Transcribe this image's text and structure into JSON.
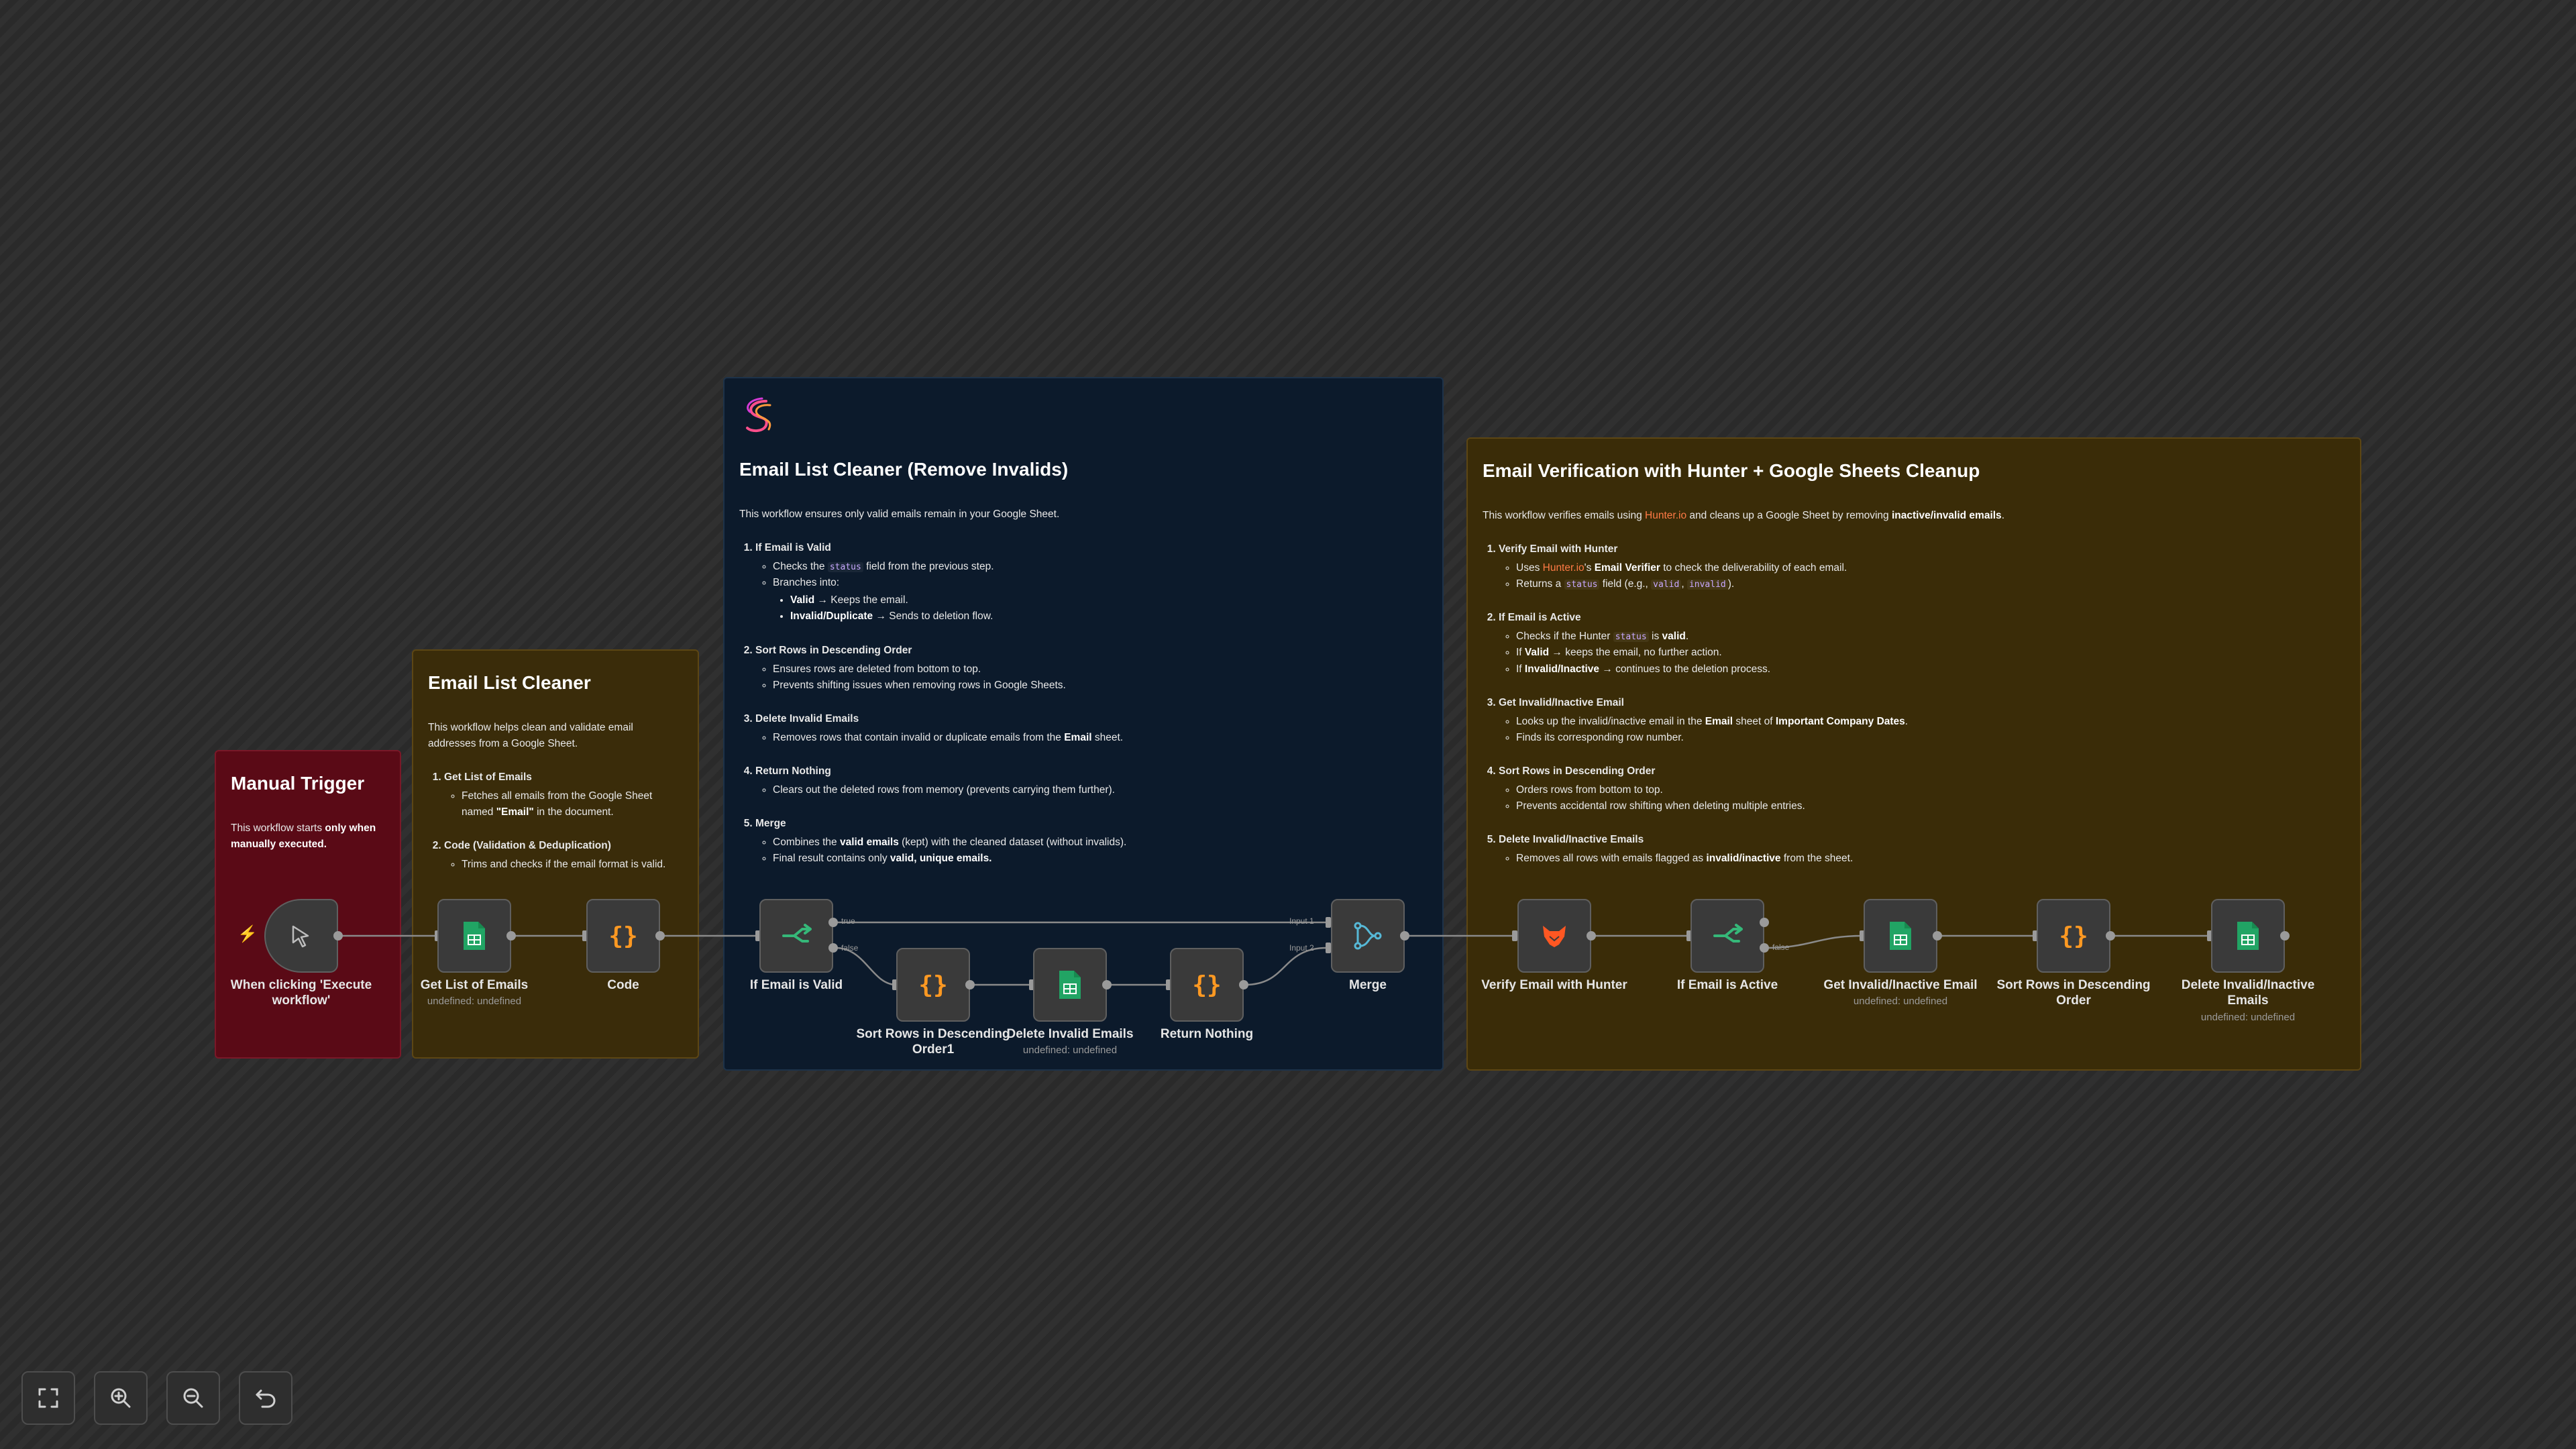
{
  "notes": {
    "trigger": {
      "title": "Manual Trigger",
      "desc_pre": "This workflow starts ",
      "desc_bold": "only when manually executed."
    },
    "cleaner": {
      "title": "Email List Cleaner",
      "desc": "This workflow helps clean and validate email addresses from a Google Sheet.",
      "s1_title": "Get List of Emails",
      "s1_b1_pre": "Fetches all emails from the Google Sheet named ",
      "s1_b1_bold": "\"Email\"",
      "s1_b1_post": " in the document.",
      "s2_title": "Code (Validation & Deduplication)",
      "s2_b1": "Trims and checks if the email format is valid."
    },
    "invalids": {
      "title": "Email List Cleaner (Remove Invalids)",
      "desc": "This workflow ensures only valid emails remain in your Google Sheet.",
      "s1_title": "If Email is Valid",
      "s1_b1_pre": "Checks the ",
      "s1_b1_code": "status",
      "s1_b1_post": " field from the previous step.",
      "s1_b2": "Branches into:",
      "s1_b2_a_bold": "Valid",
      "s1_b2_a_post": " → Keeps the email.",
      "s1_b2_b_bold": "Invalid/Duplicate",
      "s1_b2_b_post": " → Sends to deletion flow.",
      "s2_title": "Sort Rows in Descending Order",
      "s2_b1": "Ensures rows are deleted from bottom to top.",
      "s2_b2": "Prevents shifting issues when removing rows in Google Sheets.",
      "s3_title": "Delete Invalid Emails",
      "s3_b1_pre": "Removes rows that contain invalid or duplicate emails from the ",
      "s3_b1_bold": "Email",
      "s3_b1_post": " sheet.",
      "s4_title": "Return Nothing",
      "s4_b1": "Clears out the deleted rows from memory (prevents carrying them further).",
      "s5_title": "Merge",
      "s5_b1_pre": "Combines the ",
      "s5_b1_bold": "valid emails",
      "s5_b1_post": " (kept) with the cleaned dataset (without invalids).",
      "s5_b2_pre": "Final result contains only ",
      "s5_b2_bold": "valid, unique emails."
    },
    "hunter": {
      "title": "Email Verification with Hunter + Google Sheets Cleanup",
      "desc_pre": "This workflow verifies emails using ",
      "desc_link": "Hunter.io",
      "desc_mid": " and cleans up a Google Sheet by removing ",
      "desc_bold": "inactive/invalid emails",
      "desc_post": ".",
      "s1_title": "Verify Email with Hunter",
      "s1_b1_pre": "Uses ",
      "s1_b1_link": "Hunter.io",
      "s1_b1_mid": "'s ",
      "s1_b1_bold": "Email Verifier",
      "s1_b1_post": " to check the deliverability of each email.",
      "s1_b2_pre": "Returns a ",
      "s1_b2_code": "status",
      "s1_b2_mid": " field (e.g., ",
      "s1_b2_code2": "valid",
      "s1_b2_sep": ", ",
      "s1_b2_code3": "invalid",
      "s1_b2_post": ").",
      "s2_title": "If Email is Active",
      "s2_b1_pre": "Checks if the Hunter ",
      "s2_b1_code": "status",
      "s2_b1_mid": " is ",
      "s2_b1_bold": "valid",
      "s2_b1_post": ".",
      "s2_b2_pre": "If ",
      "s2_b2_bold": "Valid",
      "s2_b2_post": " → keeps the email, no further action.",
      "s2_b3_pre": "If ",
      "s2_b3_bold": "Invalid/Inactive",
      "s2_b3_post": " → continues to the deletion process.",
      "s3_title": "Get Invalid/Inactive Email",
      "s3_b1_pre": "Looks up the invalid/inactive email in the ",
      "s3_b1_bold": "Email",
      "s3_b1_mid": " sheet of ",
      "s3_b1_bold2": "Important Company Dates",
      "s3_b1_post": ".",
      "s3_b2": "Finds its corresponding row number.",
      "s4_title": "Sort Rows in Descending Order",
      "s4_b1": "Orders rows from bottom to top.",
      "s4_b2": "Prevents accidental row shifting when deleting multiple entries.",
      "s5_title": "Delete Invalid/Inactive Emails",
      "s5_b1_pre": "Removes all rows with emails flagged as ",
      "s5_b1_bold": "invalid/inactive",
      "s5_b1_post": " from the sheet."
    }
  },
  "nodes": {
    "trigger": {
      "label": "When clicking 'Execute workflow'",
      "icon": "cursor-icon"
    },
    "get_list": {
      "label": "Get List of Emails",
      "sub": "undefined: undefined",
      "icon": "google-sheets-icon"
    },
    "code": {
      "label": "Code",
      "icon": "code-braces-icon"
    },
    "if_valid": {
      "label": "If Email is Valid",
      "icon": "if-branch-icon"
    },
    "sort1": {
      "label": "Sort Rows in Descending Order1",
      "icon": "code-braces-icon"
    },
    "delete_invalid": {
      "label": "Delete Invalid Emails",
      "sub": "undefined: undefined",
      "icon": "google-sheets-icon"
    },
    "return_nothing": {
      "label": "Return Nothing",
      "icon": "code-braces-icon"
    },
    "merge": {
      "label": "Merge",
      "icon": "merge-icon"
    },
    "verify_hunter": {
      "label": "Verify Email with Hunter",
      "icon": "hunter-fox-icon"
    },
    "if_active": {
      "label": "If Email is Active",
      "icon": "if-branch-icon"
    },
    "get_invalid": {
      "label": "Get Invalid/Inactive Email",
      "sub": "undefined: undefined",
      "icon": "google-sheets-icon"
    },
    "sort2": {
      "label": "Sort Rows in Descending Order",
      "icon": "code-braces-icon"
    },
    "delete_inactive": {
      "label": "Delete Invalid/Inactive Emails",
      "sub": "undefined: undefined",
      "icon": "google-sheets-icon"
    }
  },
  "edge_labels": {
    "true": "true",
    "false": "false",
    "input1": "Input 1",
    "input2": "Input 2",
    "false2": "false"
  },
  "toolbar": [
    "fit-view-icon",
    "zoom-in-icon",
    "zoom-out-icon",
    "undo-icon"
  ],
  "colors": {
    "trigger_note": "#5a0a16",
    "yellow_note": "#3a2c0a",
    "blue_note": "#0c1a2b",
    "sheets_green": "#21a464",
    "code_orange": "#ff9922",
    "if_green": "#35b879",
    "merge_cyan": "#56b8d6",
    "hunter_orange": "#ff5722"
  }
}
